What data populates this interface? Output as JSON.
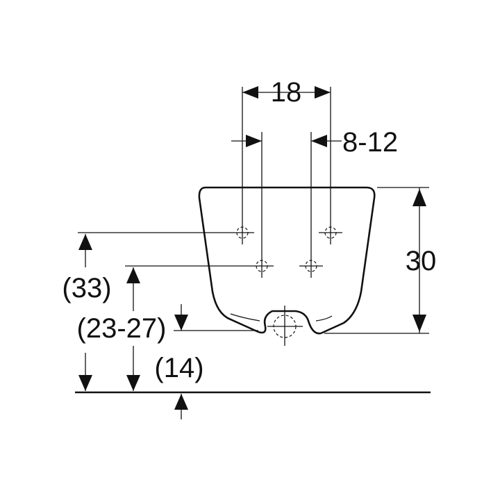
{
  "dimensions": {
    "top_spacing": "18",
    "hole_offset": "8-12",
    "height_right": "30",
    "upper_hole_height": "(33)",
    "lower_hole_height": "(23-27)",
    "outlet_height": "(14)"
  },
  "colors": {
    "line": "#111111",
    "background": "#ffffff"
  }
}
